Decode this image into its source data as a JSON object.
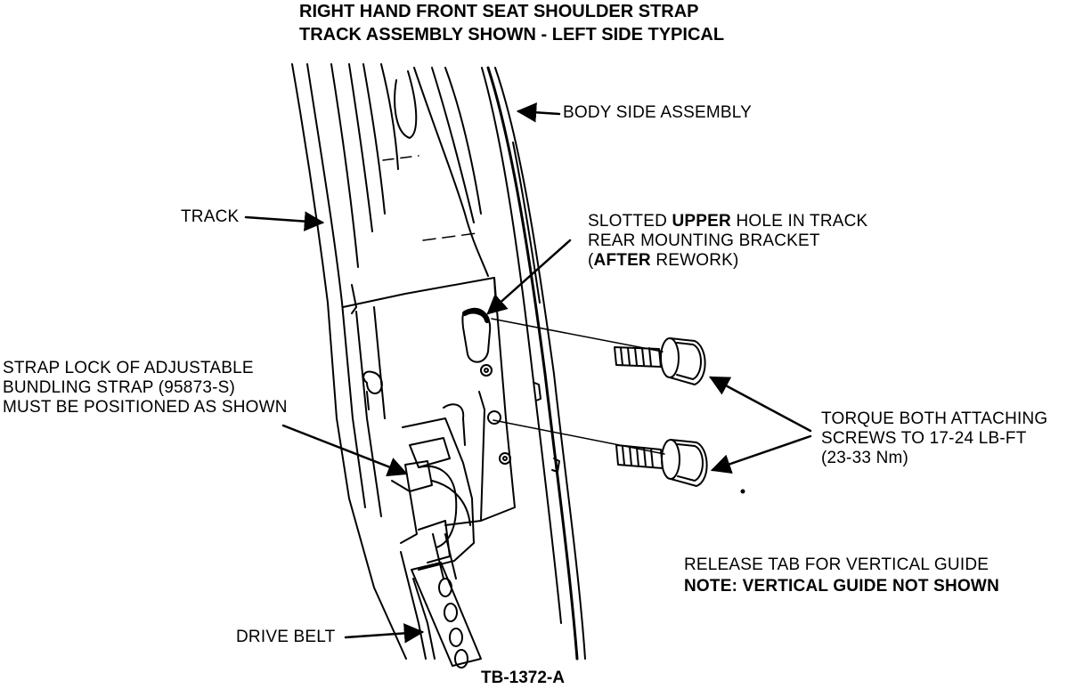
{
  "title": {
    "line1": "RIGHT HAND FRONT SEAT SHOULDER STRAP",
    "line2": "TRACK ASSEMBLY SHOWN - LEFT SIDE TYPICAL"
  },
  "labels": {
    "body_side": "BODY SIDE ASSEMBLY",
    "track": "TRACK",
    "slotted": {
      "l1_a": "SLOTTED ",
      "l1_b": "UPPER",
      "l1_c": " HOLE IN TRACK",
      "l2": "REAR MOUNTING BRACKET",
      "l3_a": "(",
      "l3_b": "AFTER",
      "l3_c": " REWORK)"
    },
    "strap_lock": {
      "l1": "STRAP LOCK OF ADJUSTABLE",
      "l2": "BUNDLING STRAP (95873-S)",
      "l3": "MUST BE POSITIONED AS SHOWN"
    },
    "torque": {
      "l1": "TORQUE BOTH ATTACHING",
      "l2": "SCREWS TO 17-24 LB-FT",
      "l3": "(23-33 Nm)"
    },
    "release_tab": "RELEASE TAB FOR VERTICAL GUIDE",
    "note": "NOTE: VERTICAL GUIDE NOT SHOWN",
    "drive_belt": "DRIVE BELT"
  },
  "figure_id": "TB-1372-A"
}
